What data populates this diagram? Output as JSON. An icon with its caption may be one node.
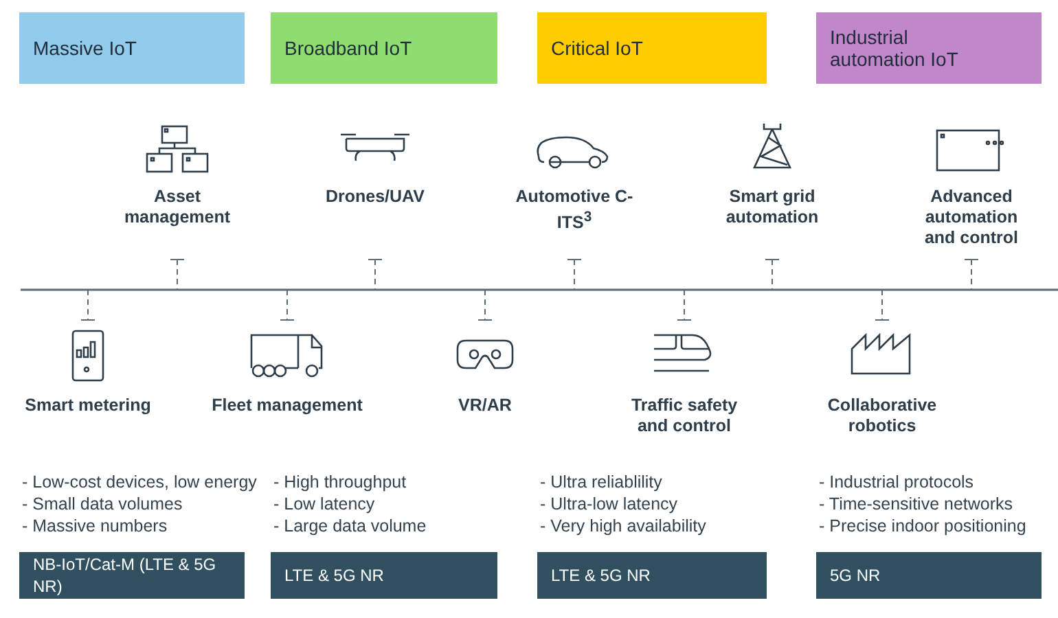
{
  "diagram": {
    "nodes": [
      {
        "text": [
          "Massive IoT"
        ]
      },
      {
        "text": [
          "Broadband IoT"
        ]
      },
      {
        "text": [
          "Critical IoT"
        ]
      },
      {
        "text": [
          "Industrial automation IoT"
        ]
      },
      {
        "text": [
          "NB-IoT/Cat-M (LTE & 5G NR)"
        ]
      },
      {
        "text": [
          "LTE & 5G NR"
        ]
      },
      {
        "text": [
          "LTE & 5G NR"
        ]
      },
      {
        "text": [
          "5G NR"
        ]
      }
    ],
    "labels": [
      "Asset management",
      "Drones/UAV",
      "Automotive C-ITS$^{3}$",
      "Smart grid automation",
      "Advanced automation and control",
      "Smart metering",
      "Fleet management",
      "VR/AR",
      "Traffic safety and control",
      "Collaborative robotics",
      "- Low-cost devices, low energy",
      "- Small data volumes",
      "- Massive numbers",
      "- High throughput",
      "- Low latency",
      "- Large data volume",
      "- Ultra reliablility",
      "- Ultra-low latency",
      "- Very high availability",
      "- Industrial protocols",
      "- Time-sensitive networks",
      "- Precise indoor positioning"
    ]
  }
}
